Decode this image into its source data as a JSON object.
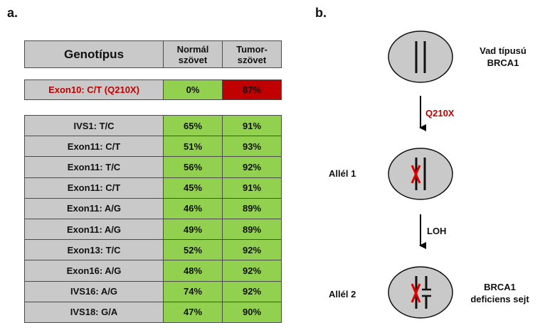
{
  "panel_a_label": "a.",
  "panel_b_label": "b.",
  "table": {
    "headers": {
      "genotype": "Genotípus",
      "normal": "Normál szövet",
      "tumor": "Tumor-\nszövet"
    },
    "highlight_row": {
      "genotype": "Exon10: C/T (Q210X)",
      "normal": "0%",
      "tumor": "87%"
    },
    "rows": [
      {
        "genotype": "IVS1: T/C",
        "normal": "65%",
        "tumor": "91%"
      },
      {
        "genotype": "Exon11: C/T",
        "normal": "51%",
        "tumor": "93%"
      },
      {
        "genotype": "Exon11: T/C",
        "normal": "56%",
        "tumor": "92%"
      },
      {
        "genotype": "Exon11: C/T",
        "normal": "45%",
        "tumor": "91%"
      },
      {
        "genotype": "Exon11: A/G",
        "normal": "46%",
        "tumor": "89%"
      },
      {
        "genotype": "Exon11: A/G",
        "normal": "49%",
        "tumor": "89%"
      },
      {
        "genotype": "Exon13: T/C",
        "normal": "52%",
        "tumor": "92%"
      },
      {
        "genotype": "Exon16: A/G",
        "normal": "48%",
        "tumor": "92%"
      },
      {
        "genotype": "IVS16: A/G",
        "normal": "74%",
        "tumor": "92%"
      },
      {
        "genotype": "IVS18: G/A",
        "normal": "47%",
        "tumor": "90%"
      }
    ]
  },
  "diagram": {
    "wild_type_label": "Vad típusú\nBRCA1",
    "mutation_label": "Q210X",
    "allele1_label": "Allél 1",
    "loh_label": "LOH",
    "allele2_label": "Allél 2",
    "deficient_label": "BRCA1\ndeficiens sejt"
  },
  "colors": {
    "gray": "#c9c9c9",
    "green": "#92d050",
    "red": "#c00000",
    "cell_border": "#4a4a4a"
  }
}
